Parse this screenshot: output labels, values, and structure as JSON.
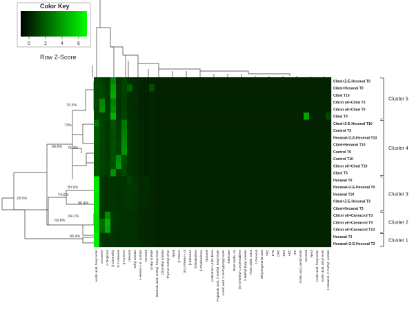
{
  "chart_data": {
    "type": "heatmap",
    "color_key": {
      "title": "Color Key",
      "xlabel": "Row Z-Score",
      "ticks": [
        "0",
        "2",
        "4",
        "6"
      ],
      "range": [
        -1,
        7
      ],
      "color_low": "#000000",
      "color_high": "#00ff00"
    },
    "columns": [
      "Acetic acid, hexyl ester",
      "Limonene",
      "α-Terpineol",
      "β-Citronellol",
      "E-2-Hexenal",
      "p-Cymene",
      "Hexanal",
      "Ethyl acetate",
      "2-Hexen-1-ol, acetate",
      "Geraniol",
      "Linalyl acetate",
      "Butanoic acid, methyl, hexyl ester",
      "Citronellyl acetate",
      "Thymol methyl ether",
      "Neral",
      "β-Pinene",
      "(E)-2-hexen-1-ol",
      "β-Elemene",
      "β-Bisabolene",
      "β-Phellandrene",
      "Nonanal",
      "p-Mentha-1,4(8)-diene",
      "Propanoic acid, 2-methyl, hexyl ester",
      "Acetic acid, 2-methylpropyl ester",
      "Tridecane",
      "Rose oxide, cis",
      "(E)-3-Methyl-1,3-pentadiene",
      "2-Methyl-butyl acetate",
      "Rose oxide, trans",
      "2-Decenal",
      "Dihydrogeraniol acid",
      "TPC",
      "ETC",
      "DPC",
      "BPC",
      "AEC",
      "IPC",
      "Acetic acid, pentyl ester",
      "Geranial",
      "Nerol",
      "Acetic acid, hexyl ester",
      "Acetic acid, decyl ester",
      "1-Hexanol, 2-methyl, acetate"
    ],
    "rows": [
      {
        "name": "Citral+Z-E-Hexenal T0",
        "values": [
          1.2,
          0.9,
          0.6,
          3.2,
          0.6,
          1.0,
          0.5,
          0.3,
          0.2,
          0.1,
          0.2,
          0.1,
          0.1,
          0.1,
          0.1,
          0.1,
          0.1,
          0.1,
          0.1,
          0.1,
          0.1,
          0.1,
          0.1,
          0.1,
          0.1,
          0.1,
          0.1,
          0.1,
          0.1,
          0.1,
          0.1,
          0.1,
          0.1,
          0.1,
          0.1,
          0.1,
          0.1,
          0.1,
          0.1,
          0.1,
          0.1,
          0.1,
          0.1
        ]
      },
      {
        "name": "Citral+Hexanal T0",
        "values": [
          1.3,
          1.1,
          0.7,
          4.0,
          0.8,
          1.1,
          2.0,
          0.4,
          0.2,
          0.1,
          1.4,
          0.1,
          0.1,
          0.1,
          0.1,
          0.1,
          0.1,
          0.1,
          0.1,
          0.1,
          0.1,
          0.1,
          0.1,
          0.1,
          0.1,
          0.1,
          0.1,
          0.1,
          0.1,
          0.1,
          0.1,
          0.1,
          0.1,
          0.1,
          0.1,
          0.1,
          0.1,
          0.1,
          0.1,
          0.1,
          0.1,
          0.1,
          0.1
        ]
      },
      {
        "name": "Citral T10",
        "values": [
          1.2,
          1.0,
          0.8,
          4.4,
          0.7,
          1.0,
          0.6,
          0.4,
          0.1,
          0.1,
          0.2,
          0.1,
          0.1,
          0.1,
          0.1,
          0.1,
          0.1,
          0.1,
          0.1,
          0.1,
          0.1,
          0.1,
          0.1,
          0.1,
          0.1,
          0.1,
          0.1,
          0.1,
          0.1,
          0.1,
          0.1,
          0.1,
          0.1,
          0.1,
          0.1,
          0.1,
          0.1,
          0.1,
          0.1,
          0.1,
          0.1,
          0.1,
          0.1
        ]
      },
      {
        "name": "Citron oil+Citral T3",
        "values": [
          1.3,
          3.2,
          0.7,
          3.0,
          0.6,
          0.9,
          0.4,
          0.4,
          0.1,
          0.1,
          0.2,
          0.1,
          0.1,
          0.1,
          0.1,
          0.1,
          0.1,
          0.1,
          0.1,
          0.1,
          0.1,
          0.1,
          0.1,
          0.1,
          0.1,
          0.1,
          0.1,
          0.1,
          0.1,
          0.1,
          0.1,
          0.1,
          0.1,
          0.1,
          0.1,
          0.1,
          0.1,
          0.1,
          0.1,
          0.1,
          0.1,
          0.1,
          0.1
        ]
      },
      {
        "name": "Citron oil+Citral T0",
        "values": [
          1.2,
          3.6,
          0.7,
          3.5,
          0.6,
          1.0,
          0.4,
          0.3,
          0.1,
          0.1,
          0.2,
          0.1,
          0.1,
          0.1,
          0.1,
          0.1,
          0.1,
          0.1,
          0.1,
          0.1,
          0.1,
          0.1,
          0.1,
          0.1,
          0.1,
          0.1,
          0.1,
          0.1,
          0.1,
          0.1,
          0.1,
          0.1,
          0.1,
          0.1,
          0.1,
          0.1,
          0.1,
          0.1,
          0.1,
          0.1,
          0.1,
          0.1,
          0.1
        ]
      },
      {
        "name": "Citral T0",
        "values": [
          1.2,
          1.0,
          0.7,
          4.6,
          0.7,
          1.1,
          0.5,
          0.4,
          0.1,
          0.1,
          0.2,
          0.1,
          0.1,
          0.1,
          0.1,
          0.1,
          0.1,
          0.1,
          0.1,
          0.1,
          0.1,
          0.1,
          0.1,
          0.1,
          0.1,
          0.1,
          0.1,
          0.1,
          0.1,
          0.1,
          0.1,
          0.1,
          0.1,
          0.1,
          0.1,
          0.1,
          0.1,
          0.1,
          4.2,
          0.1,
          0.1,
          0.1,
          1.3
        ]
      },
      {
        "name": "Citral+Z-E-Hexenal T10",
        "values": [
          2.6,
          1.0,
          0.8,
          1.6,
          0.8,
          2.8,
          0.6,
          0.5,
          0.2,
          0.1,
          0.2,
          0.1,
          0.1,
          0.1,
          0.1,
          0.1,
          0.1,
          0.1,
          0.1,
          0.1,
          0.1,
          0.1,
          0.1,
          0.1,
          0.1,
          0.1,
          0.1,
          0.1,
          0.1,
          0.1,
          0.1,
          0.1,
          0.1,
          0.1,
          0.1,
          0.1,
          0.1,
          0.1,
          0.1,
          0.1,
          0.1,
          0.1,
          0.1
        ]
      },
      {
        "name": "Control T3",
        "values": [
          1.8,
          1.0,
          0.8,
          1.5,
          0.9,
          3.0,
          0.6,
          0.5,
          0.2,
          0.1,
          0.2,
          0.1,
          0.1,
          0.1,
          0.1,
          0.1,
          0.1,
          0.1,
          0.1,
          0.1,
          0.1,
          0.1,
          0.1,
          0.1,
          0.1,
          0.1,
          0.1,
          0.1,
          0.1,
          0.1,
          0.1,
          0.1,
          0.1,
          0.1,
          0.1,
          0.1,
          0.1,
          0.1,
          0.1,
          0.1,
          0.1,
          0.1,
          0.1
        ]
      },
      {
        "name": "Hexanal+Z-E-Hexenal T10",
        "values": [
          1.9,
          1.1,
          0.8,
          1.4,
          0.9,
          3.2,
          0.6,
          0.5,
          0.2,
          0.1,
          0.2,
          0.1,
          0.1,
          0.1,
          0.1,
          0.1,
          0.1,
          0.1,
          0.1,
          0.1,
          0.1,
          0.1,
          0.1,
          0.1,
          0.1,
          0.1,
          0.1,
          0.1,
          0.1,
          0.1,
          0.1,
          0.1,
          0.1,
          0.1,
          0.1,
          0.1,
          0.1,
          0.1,
          0.1,
          0.1,
          0.1,
          0.1,
          0.1
        ]
      },
      {
        "name": "Citral+Hexanal T10",
        "values": [
          1.8,
          1.1,
          0.8,
          1.5,
          1.0,
          3.4,
          0.6,
          0.5,
          0.2,
          0.1,
          0.2,
          0.1,
          0.1,
          0.1,
          0.1,
          0.1,
          0.1,
          0.1,
          0.1,
          0.1,
          0.1,
          0.1,
          0.1,
          0.1,
          0.1,
          0.1,
          0.1,
          0.1,
          0.1,
          0.1,
          0.1,
          0.1,
          0.1,
          0.1,
          0.1,
          0.1,
          0.1,
          0.1,
          0.1,
          0.1,
          0.1,
          0.1,
          0.1
        ]
      },
      {
        "name": "Control T0",
        "values": [
          1.7,
          1.0,
          0.8,
          1.4,
          1.0,
          3.6,
          0.6,
          0.5,
          0.2,
          0.1,
          0.2,
          0.1,
          0.1,
          0.1,
          0.1,
          0.1,
          0.1,
          0.1,
          0.1,
          0.1,
          0.1,
          0.1,
          0.1,
          0.1,
          0.1,
          0.1,
          0.1,
          0.1,
          0.1,
          0.1,
          0.1,
          0.1,
          0.1,
          0.1,
          0.1,
          0.1,
          0.1,
          0.1,
          0.1,
          0.1,
          0.1,
          0.1,
          0.1
        ]
      },
      {
        "name": "Control T10",
        "values": [
          1.7,
          1.0,
          0.8,
          1.6,
          3.4,
          1.4,
          0.6,
          0.5,
          0.2,
          0.1,
          0.2,
          0.1,
          0.1,
          0.1,
          0.1,
          0.1,
          0.1,
          0.1,
          0.1,
          0.1,
          0.1,
          0.1,
          0.1,
          0.1,
          0.1,
          0.1,
          0.1,
          0.1,
          0.1,
          0.1,
          0.1,
          0.1,
          0.1,
          0.1,
          0.1,
          0.1,
          0.1,
          0.1,
          0.1,
          0.1,
          0.1,
          0.1,
          0.1
        ]
      },
      {
        "name": "Citron oil+Citral T10",
        "values": [
          1.6,
          1.2,
          0.9,
          1.5,
          3.8,
          1.2,
          0.6,
          0.5,
          0.2,
          0.1,
          0.2,
          0.1,
          0.1,
          0.1,
          0.1,
          0.1,
          0.1,
          0.1,
          0.1,
          0.1,
          0.1,
          0.1,
          0.1,
          0.1,
          0.1,
          0.1,
          0.1,
          0.1,
          0.1,
          0.1,
          0.1,
          0.1,
          0.1,
          0.1,
          0.1,
          0.1,
          0.1,
          0.1,
          0.1,
          0.1,
          0.1,
          0.1,
          0.1
        ]
      },
      {
        "name": "Citral T3",
        "values": [
          1.7,
          1.0,
          0.8,
          3.6,
          0.8,
          1.2,
          0.6,
          0.5,
          0.2,
          0.1,
          0.2,
          0.1,
          0.1,
          0.1,
          0.1,
          0.1,
          0.1,
          0.1,
          0.1,
          0.1,
          0.1,
          0.1,
          0.1,
          0.1,
          0.1,
          0.1,
          0.1,
          0.1,
          0.1,
          0.1,
          0.1,
          0.1,
          0.1,
          0.1,
          0.1,
          0.1,
          0.1,
          0.1,
          0.1,
          0.1,
          0.1,
          0.1,
          0.1
        ]
      },
      {
        "name": "Hexanal T0",
        "values": [
          6.2,
          0.7,
          0.5,
          0.6,
          0.5,
          0.6,
          1.0,
          0.6,
          0.3,
          0.5,
          0.2,
          0.1,
          0.1,
          0.1,
          0.1,
          0.1,
          0.1,
          0.1,
          0.1,
          0.1,
          0.1,
          0.1,
          0.1,
          0.1,
          0.1,
          0.1,
          0.1,
          0.1,
          0.1,
          0.1,
          0.1,
          0.1,
          0.1,
          0.1,
          0.1,
          0.1,
          0.1,
          0.1,
          0.1,
          0.1,
          0.1,
          0.1,
          0.1
        ]
      },
      {
        "name": "Hexanal+Z-E-Hexenal T0",
        "values": [
          6.3,
          0.7,
          0.5,
          0.6,
          0.5,
          0.6,
          0.8,
          0.7,
          0.3,
          0.4,
          0.2,
          0.1,
          0.1,
          0.1,
          0.1,
          0.1,
          0.1,
          0.1,
          0.1,
          0.1,
          0.1,
          0.1,
          0.1,
          0.1,
          0.1,
          0.1,
          0.1,
          0.1,
          0.1,
          0.1,
          0.1,
          0.1,
          0.1,
          0.1,
          0.1,
          0.1,
          0.1,
          0.1,
          0.1,
          0.1,
          0.1,
          0.1,
          0.1
        ]
      },
      {
        "name": "Hexanal T10",
        "values": [
          6.1,
          0.7,
          0.5,
          0.6,
          0.5,
          0.6,
          0.7,
          0.6,
          0.4,
          0.3,
          0.2,
          0.1,
          0.1,
          0.1,
          0.1,
          0.1,
          0.1,
          0.1,
          0.1,
          0.1,
          0.1,
          0.1,
          0.1,
          0.1,
          0.1,
          0.1,
          0.1,
          0.1,
          0.1,
          0.1,
          0.1,
          0.1,
          0.1,
          0.1,
          0.1,
          0.1,
          0.1,
          0.1,
          0.1,
          0.1,
          0.1,
          0.1,
          0.1
        ]
      },
      {
        "name": "Citral+Z-E-Hexenal T3",
        "values": [
          6.0,
          0.7,
          0.5,
          0.7,
          0.5,
          0.6,
          0.7,
          0.6,
          0.3,
          0.3,
          0.2,
          0.1,
          0.1,
          0.1,
          0.1,
          0.1,
          0.1,
          0.1,
          0.1,
          0.1,
          0.1,
          0.1,
          0.1,
          0.1,
          0.1,
          0.1,
          0.1,
          0.1,
          0.1,
          0.1,
          0.1,
          0.1,
          0.1,
          0.1,
          0.1,
          0.1,
          0.1,
          0.1,
          0.1,
          0.1,
          0.1,
          0.1,
          0.1
        ]
      },
      {
        "name": "Citral+Hexanal T3",
        "values": [
          6.1,
          0.7,
          0.5,
          0.7,
          0.5,
          0.6,
          0.7,
          0.6,
          0.3,
          0.3,
          0.2,
          0.1,
          0.1,
          0.1,
          0.1,
          0.1,
          0.1,
          0.1,
          0.1,
          0.1,
          0.1,
          0.1,
          0.1,
          0.1,
          0.1,
          0.1,
          0.1,
          0.1,
          0.1,
          0.1,
          0.1,
          0.1,
          0.1,
          0.1,
          0.1,
          0.1,
          0.1,
          0.1,
          0.1,
          0.1,
          0.1,
          0.1,
          0.1
        ]
      },
      {
        "name": "Citron oil+Carvacrol T3",
        "values": [
          6.0,
          0.8,
          3.4,
          0.8,
          0.6,
          0.5,
          0.5,
          0.5,
          0.3,
          0.2,
          0.2,
          0.1,
          0.1,
          0.1,
          0.1,
          0.1,
          0.1,
          0.1,
          0.1,
          0.1,
          0.1,
          0.1,
          0.1,
          0.1,
          0.1,
          0.1,
          0.1,
          0.1,
          0.1,
          0.1,
          0.1,
          0.1,
          0.1,
          0.1,
          0.1,
          0.1,
          0.1,
          0.1,
          0.1,
          0.1,
          0.1,
          0.1,
          0.1
        ]
      },
      {
        "name": "Citron oil+Carvacrol T0",
        "values": [
          5.8,
          2.4,
          4.6,
          0.8,
          0.6,
          0.5,
          0.5,
          0.5,
          0.3,
          0.2,
          0.2,
          0.1,
          0.1,
          0.1,
          0.1,
          0.1,
          0.1,
          0.1,
          0.1,
          0.1,
          0.1,
          0.1,
          0.1,
          0.1,
          0.1,
          0.1,
          0.1,
          0.1,
          0.1,
          0.1,
          0.1,
          0.1,
          0.1,
          0.1,
          0.1,
          0.1,
          0.1,
          0.1,
          0.1,
          0.1,
          0.1,
          0.1,
          0.1
        ]
      },
      {
        "name": "Citron oil+Carvacrol T10",
        "values": [
          5.9,
          2.2,
          4.3,
          0.8,
          0.6,
          0.5,
          0.5,
          0.5,
          0.3,
          0.2,
          0.2,
          0.1,
          0.1,
          0.1,
          0.1,
          0.1,
          0.1,
          0.1,
          0.1,
          0.1,
          0.1,
          0.1,
          0.1,
          0.1,
          0.1,
          0.1,
          0.1,
          0.1,
          0.1,
          0.1,
          0.1,
          0.1,
          0.1,
          0.1,
          0.1,
          0.1,
          0.1,
          0.1,
          0.1,
          0.1,
          0.1,
          0.1,
          0.1
        ]
      },
      {
        "name": "Hexanal T3",
        "values": [
          6.4,
          0.8,
          0.6,
          0.6,
          0.5,
          0.5,
          0.5,
          0.5,
          0.3,
          0.2,
          0.2,
          0.1,
          0.1,
          0.1,
          0.1,
          0.1,
          0.1,
          0.1,
          0.1,
          0.1,
          0.1,
          0.1,
          0.1,
          0.1,
          0.1,
          0.1,
          0.1,
          0.1,
          0.1,
          0.1,
          0.1,
          0.1,
          0.1,
          0.1,
          0.1,
          0.1,
          0.1,
          0.1,
          0.1,
          0.1,
          0.1,
          0.1,
          0.1
        ]
      },
      {
        "name": "Hexanal+Z-E-Hexenal T3",
        "values": [
          6.5,
          0.8,
          0.6,
          0.6,
          0.5,
          0.5,
          0.5,
          0.5,
          0.3,
          0.2,
          0.2,
          0.1,
          0.1,
          0.1,
          0.1,
          0.1,
          0.1,
          0.1,
          0.1,
          0.1,
          0.1,
          0.1,
          0.1,
          0.1,
          0.1,
          0.1,
          0.1,
          0.1,
          0.1,
          0.1,
          0.1,
          0.1,
          0.1,
          0.1,
          0.1,
          0.1,
          0.1,
          0.1,
          0.1,
          0.1,
          0.1,
          0.1,
          0.1
        ]
      }
    ],
    "node_percentages": [
      "79.3%",
      "73%",
      "66.6%",
      "75.3%",
      "80.9%",
      "74.6%",
      "90.4%",
      "28.5%",
      "84.1%",
      "69.8%",
      "86.4%"
    ],
    "clusters": [
      {
        "label": "Cluster 5",
        "row_start": 0,
        "row_end": 5
      },
      {
        "label": "Cluster 4",
        "row_start": 6,
        "row_end": 13
      },
      {
        "label": "Cluster 3",
        "row_start": 14,
        "row_end": 18
      },
      {
        "label": "Cluster 2",
        "row_start": 19,
        "row_end": 21
      },
      {
        "label": "Cluster 1",
        "row_start": 22,
        "row_end": 23
      }
    ]
  }
}
